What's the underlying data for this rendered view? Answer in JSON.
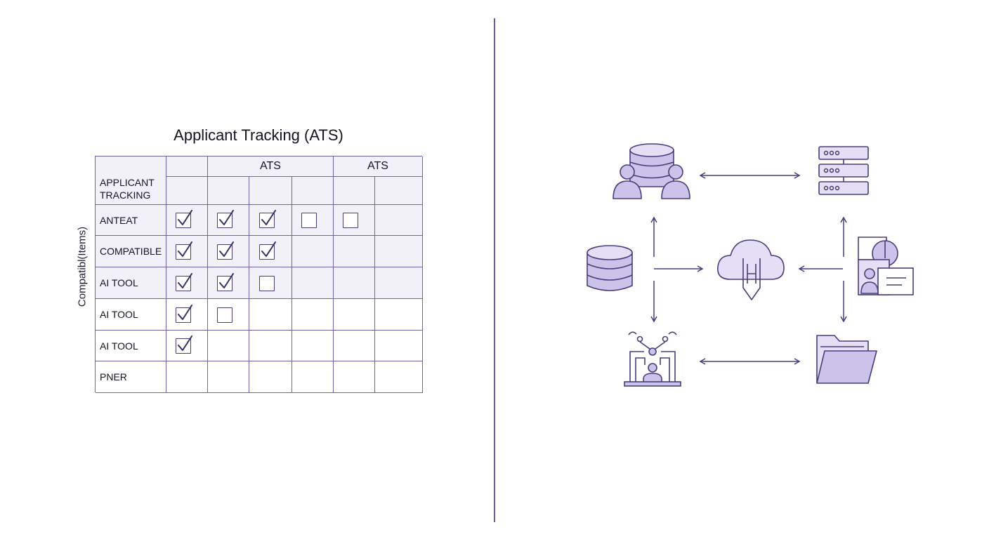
{
  "matrix": {
    "title": "Applicant Tracking (ATS)",
    "side_label": "Compatibl(Items)",
    "corner_label": "APPLICANT TRACKING",
    "column_groups": [
      {
        "label": "",
        "span": 1
      },
      {
        "label": "ATS",
        "span": 3
      },
      {
        "label": "ATS",
        "span": 2
      }
    ],
    "rows": [
      {
        "label": "ANTEAT",
        "cells": [
          "checked",
          "checked",
          "checked",
          "unchecked",
          "unchecked",
          "empty"
        ]
      },
      {
        "label": "COMPATIBLE",
        "cells": [
          "checked",
          "checked",
          "checked",
          "empty",
          "empty",
          "empty"
        ]
      },
      {
        "label": "AI TOOL",
        "cells": [
          "checked",
          "checked",
          "unchecked",
          "empty",
          "empty",
          "empty"
        ]
      },
      {
        "label": "AI TOOL",
        "cells": [
          "checked",
          "unchecked",
          "empty",
          "empty",
          "empty",
          "empty"
        ]
      },
      {
        "label": "AI TOOL",
        "cells": [
          "checked",
          "empty",
          "empty",
          "empty",
          "empty",
          "empty"
        ]
      },
      {
        "label": "PNER",
        "cells": [
          "empty",
          "empty",
          "empty",
          "empty",
          "empty",
          "empty"
        ]
      }
    ]
  },
  "flow": {
    "nodes": [
      {
        "id": "users-database",
        "icon": "users-database-icon"
      },
      {
        "id": "server-rack",
        "icon": "server-rack-icon"
      },
      {
        "id": "database",
        "icon": "database-icon"
      },
      {
        "id": "cloud-integration",
        "icon": "cloud-integration-icon"
      },
      {
        "id": "candidate-profile",
        "icon": "id-card-icon"
      },
      {
        "id": "ai-network",
        "icon": "ai-network-icon"
      },
      {
        "id": "folder",
        "icon": "folder-icon"
      }
    ],
    "links": [
      {
        "from": "users-database",
        "to": "server-rack",
        "style": "bidirectional"
      },
      {
        "from": "database",
        "to": "cloud-integration",
        "style": "directed"
      },
      {
        "from": "candidate-profile",
        "to": "cloud-integration",
        "style": "directed"
      },
      {
        "from": "database",
        "to": "users-database",
        "style": "directed"
      },
      {
        "from": "database",
        "to": "ai-network",
        "style": "directed"
      },
      {
        "from": "candidate-profile",
        "to": "server-rack",
        "style": "directed"
      },
      {
        "from": "candidate-profile",
        "to": "folder",
        "style": "directed"
      },
      {
        "from": "ai-network",
        "to": "folder",
        "style": "bidirectional"
      }
    ],
    "colors": {
      "stroke": "#4b3b7a",
      "fill": "#cbc3ea",
      "fill_light": "#e4dff5"
    }
  }
}
